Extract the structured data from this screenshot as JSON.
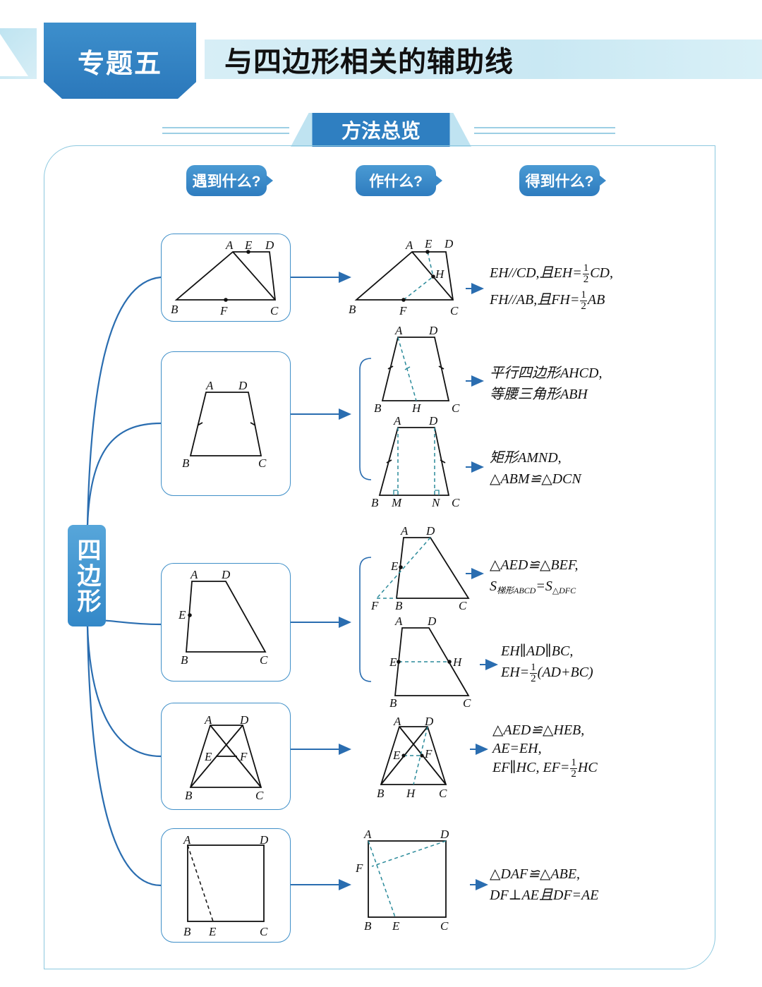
{
  "header": {
    "topic": "专题五",
    "title": "与四边形相关的辅助线"
  },
  "overview": {
    "label": "方法总览"
  },
  "columns": {
    "encounter": "遇到什么?",
    "construct": "作什么?",
    "result": "得到什么?"
  },
  "root": "四边形",
  "rows": [
    {
      "result_lines": [
        {
          "pre": "EH//CD,且EH=",
          "frac": [
            "1",
            "2"
          ],
          "post": "CD,"
        },
        {
          "pre": "FH//AB,且FH=",
          "frac": [
            "1",
            "2"
          ],
          "post": "AB"
        }
      ]
    },
    {
      "result_a": [
        "平行四边形AHCD,",
        "等腰三角形ABH"
      ],
      "result_b": [
        "矩形AMND,",
        "△ABM≌△DCN"
      ]
    },
    {
      "result_a_line1": "△AED≌△BEF,",
      "result_a_line2": {
        "s1": "S",
        "sub1": "梯形ABCD",
        "eq": "=",
        "s2": "S",
        "sub2": "△DFC"
      },
      "result_b_line1": "EH∥AD∥BC,",
      "result_b_line2": {
        "pre": "EH=",
        "frac": [
          "1",
          "2"
        ],
        "post": "(AD+BC)"
      }
    },
    {
      "result_lines": [
        "△AED≌△HEB,",
        "AE=EH,"
      ],
      "result_last": {
        "pre": "EF∥HC, EF=",
        "frac": [
          "1",
          "2"
        ],
        "post": "HC"
      }
    },
    {
      "result_lines": [
        "△DAF≌△ABE,",
        "DF⊥AE且DF=AE"
      ]
    }
  ],
  "colors": {
    "accent": "#2f7fc1",
    "light": "#c9e8f3",
    "line": "#2a6db0",
    "dash": "#2a8a9a"
  }
}
